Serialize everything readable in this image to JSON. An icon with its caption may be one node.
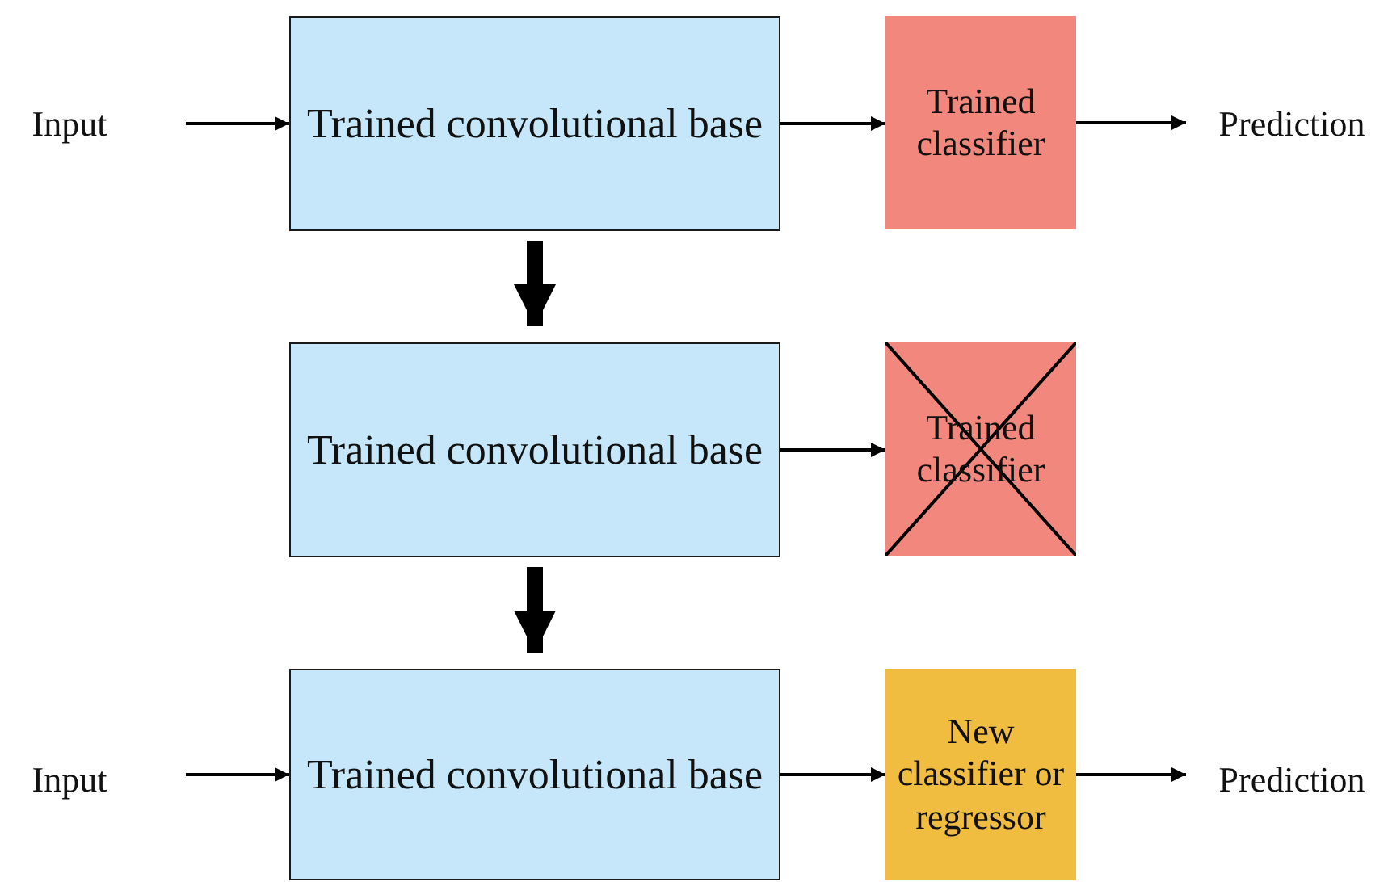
{
  "diagram": {
    "nodes": [
      {
        "text": [
          "Input"
        ]
      },
      {
        "text": [
          "Trained convolutional base"
        ]
      },
      {
        "text": [
          "Trained classifier"
        ]
      },
      {
        "text": [
          "Prediction"
        ]
      },
      {
        "text": [
          "Trained convolutional base"
        ]
      },
      {
        "text": [
          "Trained classifier"
        ]
      },
      {
        "text": [
          "Input"
        ]
      },
      {
        "text": [
          "Trained convolutional base"
        ]
      },
      {
        "text": [
          "New classifier or regressor"
        ]
      },
      {
        "text": [
          "Prediction"
        ]
      }
    ],
    "edges": [
      {
        "from": 0,
        "to": 1,
        "arrow": "to"
      },
      {
        "from": 1,
        "to": 2,
        "arrow": "to"
      },
      {
        "from": 2,
        "to": 3,
        "arrow": "to"
      },
      {
        "from": 1,
        "to": 4,
        "arrow": "to",
        "style": "thick"
      },
      {
        "from": 4,
        "to": 5,
        "arrow": "to"
      },
      {
        "from": 4,
        "to": 7,
        "arrow": "to",
        "style": "thick"
      },
      {
        "from": 6,
        "to": 7,
        "arrow": "to"
      },
      {
        "from": 7,
        "to": 8,
        "arrow": "to"
      },
      {
        "from": 8,
        "to": 9,
        "arrow": "to"
      }
    ]
  }
}
